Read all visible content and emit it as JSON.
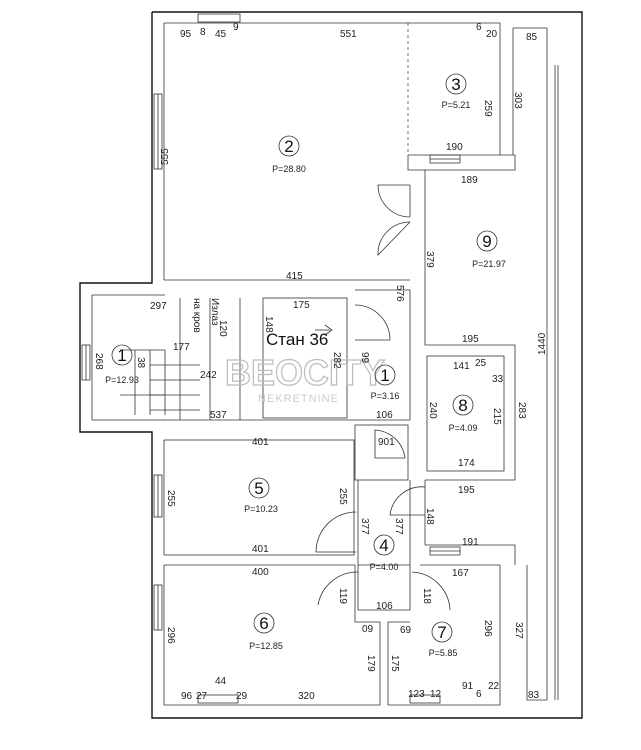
{
  "rooms": [
    {
      "number": "1",
      "area": "P=12.93"
    },
    {
      "number": "1",
      "area": "P=3.16"
    },
    {
      "number": "2",
      "area": "P=28.80"
    },
    {
      "number": "3",
      "area": "P=5.21"
    },
    {
      "number": "4",
      "area": "P=4.00"
    },
    {
      "number": "5",
      "area": "P=10.23"
    },
    {
      "number": "6",
      "area": "P=12.85"
    },
    {
      "number": "7",
      "area": "P=5.85"
    },
    {
      "number": "8",
      "area": "P=4.09"
    },
    {
      "number": "9",
      "area": "P=21.97"
    }
  ],
  "labels": {
    "apartment": "Стан 36",
    "exit_line1": "Излаз",
    "exit_line2": "на кров"
  },
  "watermark": {
    "brand": "BEOCITY",
    "sub": "NEKRETNINE"
  },
  "dims": {
    "d8": "8",
    "d95": "95",
    "d45": "45",
    "d9a": "9",
    "d551": "551",
    "d6": "6",
    "d20": "20",
    "d85": "85",
    "d259": "259",
    "d303": "303",
    "d190": "190",
    "d555": "555",
    "d189": "189",
    "d379": "379",
    "d415": "415",
    "d576": "576",
    "d297": "297",
    "d120": "120",
    "d175": "175",
    "d148a": "148",
    "d268": "268",
    "d38": "38",
    "d177": "177",
    "d242": "242",
    "d537": "537",
    "d282": "282",
    "d99": "99",
    "d106a": "106",
    "d195a": "195",
    "d141": "141",
    "d25": "25",
    "d33": "33",
    "d240": "240",
    "d215": "215",
    "d283": "283",
    "d174": "174",
    "d1440": "1440",
    "d401a": "401",
    "d901": "901",
    "d255a": "255",
    "d255b": "255",
    "d195b": "195",
    "d377a": "377",
    "d377b": "377",
    "d148b": "148",
    "d191": "191",
    "d401b": "401",
    "d400": "400",
    "d167": "167",
    "d119": "119",
    "d118": "118",
    "d106b": "106",
    "d296a": "296",
    "d09": "09",
    "d69": "69",
    "d296b": "296",
    "d327": "327",
    "d179": "179",
    "d175b": "175",
    "d44": "44",
    "d96": "96",
    "d27": "27",
    "d29": "29",
    "d320": "320",
    "d123": "123",
    "d91": "91",
    "d22": "22",
    "d12": "12",
    "d6b": "6",
    "d83": "83"
  }
}
